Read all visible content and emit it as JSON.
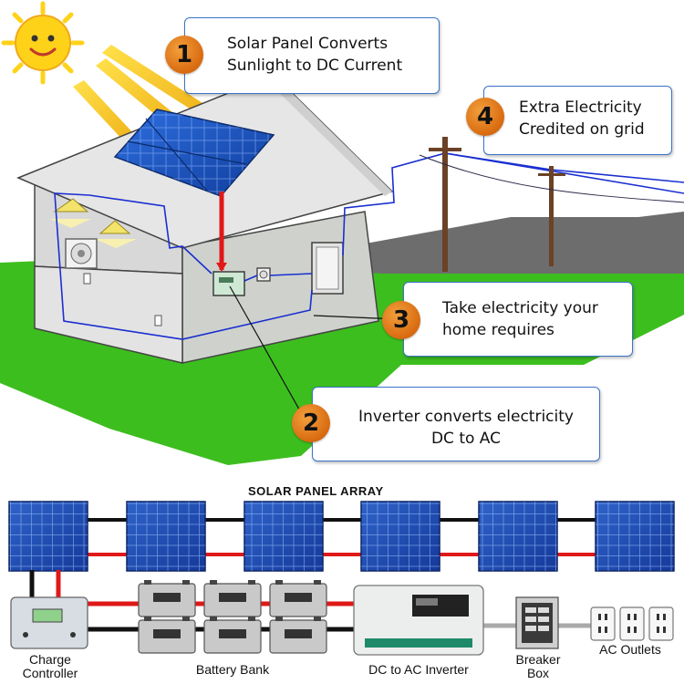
{
  "callouts": [
    {
      "number": "1",
      "line1": "Solar Panel Converts",
      "line2": "Sunlight to DC Current"
    },
    {
      "number": "2",
      "line1": "Inverter converts electricity",
      "line2": "DC to AC"
    },
    {
      "number": "3",
      "line1": "Take electricity your",
      "line2": "home requires"
    },
    {
      "number": "4",
      "line1": "Extra Electricity",
      "line2": "Credited on grid"
    }
  ],
  "array_title": "SOLAR PANEL ARRAY",
  "components": {
    "charge_controller": {
      "line1": "Charge",
      "line2": "Controller"
    },
    "battery_bank": "Battery Bank",
    "inverter": "DC to AC Inverter",
    "breaker_box": {
      "line1": "Breaker",
      "line2": "Box"
    },
    "ac_outlets": "AC Outlets"
  },
  "colors": {
    "grass": "#3dbe1f",
    "panel_blue": "#1f4fb8",
    "wire_red": "#e01818",
    "wire_black": "#111111",
    "flow_blue": "#1a2fd0",
    "badge_orange": "#de7414",
    "sun_yellow": "#ffd21a"
  }
}
